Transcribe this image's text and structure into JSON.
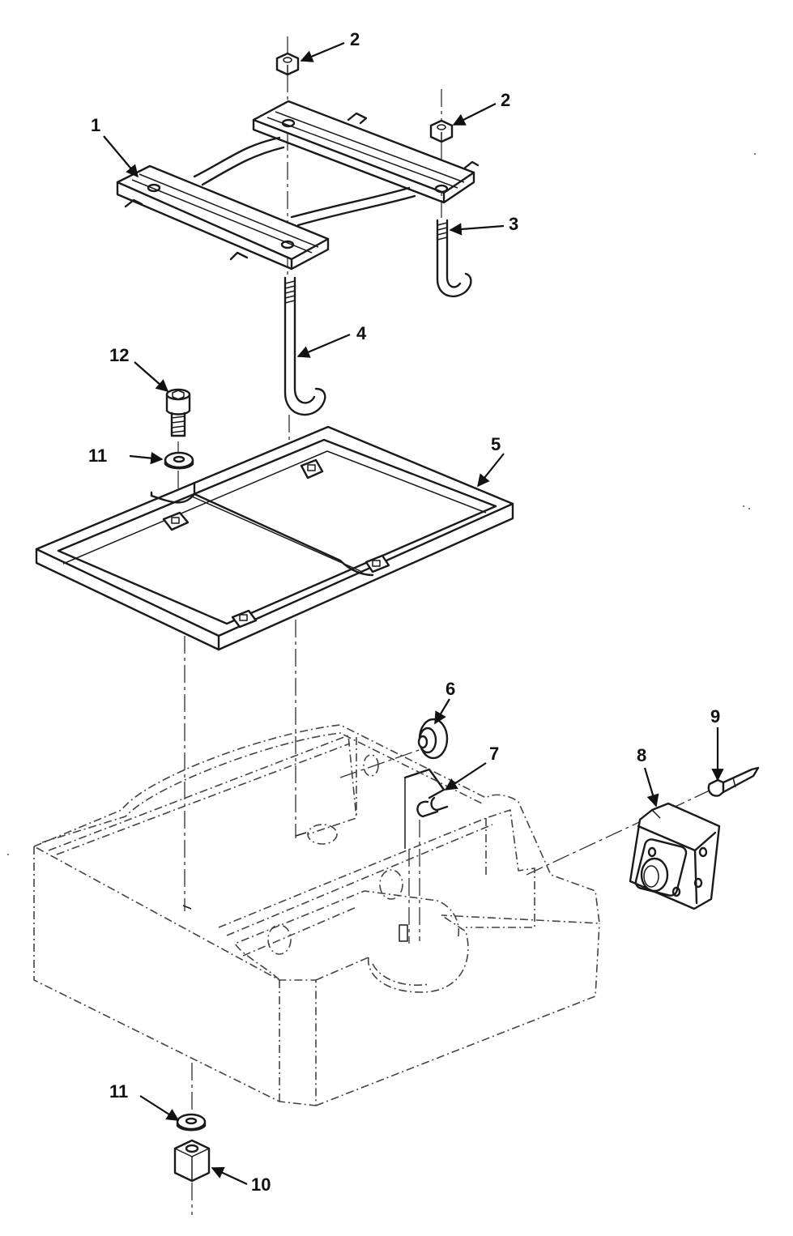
{
  "diagram": {
    "callouts": {
      "c1": "1",
      "c2a": "2",
      "c2b": "2",
      "c3": "3",
      "c4": "4",
      "c5": "5",
      "c6": "6",
      "c7": "7",
      "c8": "8",
      "c9": "9",
      "c10": "10",
      "c11a": "11",
      "c11b": "11",
      "c12": "12"
    },
    "parts": [
      "battery-hold-down-frame",
      "hex-nut",
      "hook-bolt",
      "hook-bolt",
      "battery-tray",
      "grommet",
      "clip",
      "mounting-flange",
      "rivet",
      "hex-nut",
      "washer",
      "cap-screw"
    ]
  }
}
